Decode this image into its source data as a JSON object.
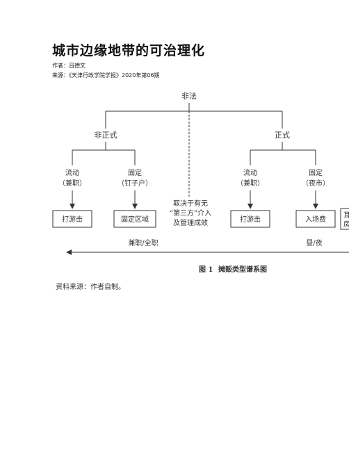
{
  "article": {
    "title": "城市边缘地带的可治理化",
    "author_line": "作者：吕德文",
    "source_line": "来源：《天津行政学院学报》2020年第06期"
  },
  "figure": {
    "root": "非法",
    "left_branch": "非正式",
    "right_branch": "正式",
    "left_mobile": [
      "流动",
      "（兼职）"
    ],
    "left_fixed": [
      "固定",
      "（钉子户）"
    ],
    "right_mobile": [
      "流动",
      "（兼职）"
    ],
    "right_fixed": [
      "固定",
      "（夜市）"
    ],
    "middle_note": [
      "取决于有无",
      "“第三方”介入",
      "及管理成效"
    ],
    "boxes": [
      "打游击",
      "固定区域",
      "打游击",
      "入场费"
    ],
    "cut_box": [
      "耳",
      "房"
    ],
    "axis_left": "兼职/全职",
    "axis_right": "昼/夜",
    "caption_label": "图 1",
    "caption_text": "摊贩类型谱系图",
    "source_note": "资料来源：作者自制。"
  }
}
